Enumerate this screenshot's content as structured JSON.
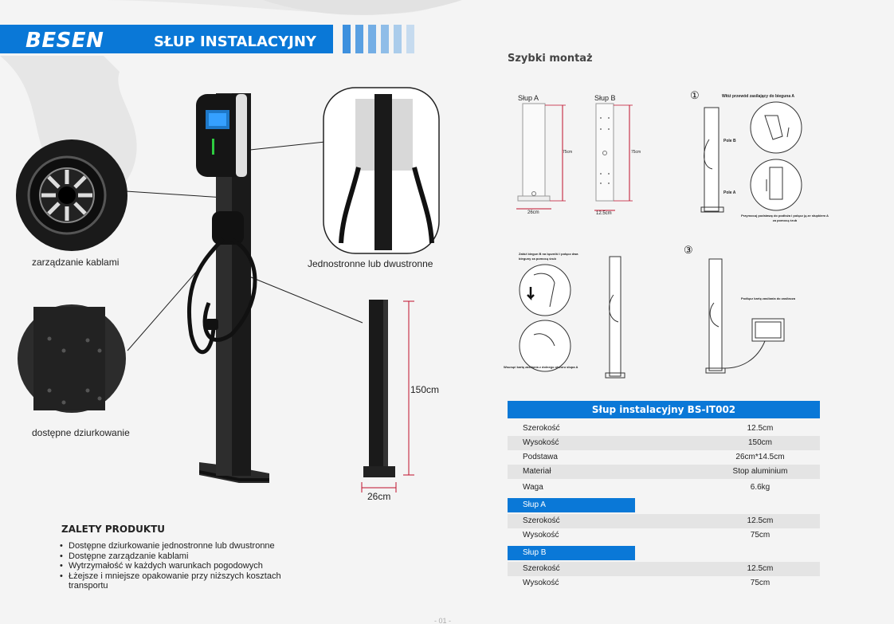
{
  "header": {
    "brand": "BESEN",
    "title": "SŁUP INSTALACYJNY",
    "brand_color": "#0a78d7"
  },
  "left": {
    "caption_cable": "zarządzanie kablami",
    "caption_holes": "dostępne dziurkowanie",
    "caption_sides": "Jednostronne lub dwustronne",
    "post_height": "150cm",
    "post_base": "26cm"
  },
  "features": {
    "title": "ZALETY PRODUKTU",
    "items": [
      "Dostępne dziurkowanie jednostronne lub dwustronne",
      "Dostępne zarządzanie kablami",
      "Wytrzymałość w każdych warunkach pogodowych",
      "Łżejsze i mniejsze opakowanie przy niższych kosztach transportu"
    ]
  },
  "install": {
    "title": "Szybki montaż",
    "post_a_label": "Słup A",
    "post_b_label": "Słup B",
    "post_a_height": "75cm",
    "post_b_height": "75cm",
    "post_a_width": "26cm",
    "post_b_width": "12.5cm",
    "step1_num": "①",
    "step1_text": "Włóż przewód zasilający do bieguna A",
    "pole_b": "Pole B",
    "pole_a": "Pole A",
    "step1_bottom": "Przymocuj podstawę do podłoża i połącz ją ze słupkiem A za pomocą śrub",
    "step2_text": "Załóż biegun B na łączniki i połącz dwa bieguny za pomocą śrub",
    "step2_bottom": "Wsunąć kartę zasilania z dolnego otworu słupa A",
    "step3_num": "③",
    "step3_text": "Podłącz kartę zasilania do zasilacza"
  },
  "spec": {
    "title": "Słup instalacyjny BS-IT002",
    "rows": [
      {
        "label": "Szerokość",
        "value": "12.5cm"
      },
      {
        "label": "Wysokość",
        "value": "150cm"
      },
      {
        "label": "Podstawa",
        "value": "26cm*14.5cm"
      },
      {
        "label": "Materiał",
        "value": "Stop aluminium"
      },
      {
        "label": "Waga",
        "value": "6.6kg"
      }
    ],
    "post_a": {
      "title": "Słup A",
      "rows": [
        {
          "label": "Szerokość",
          "value": "12.5cm"
        },
        {
          "label": "Wysokość",
          "value": "75cm"
        }
      ]
    },
    "post_b": {
      "title": "Słup B",
      "rows": [
        {
          "label": "Szerokość",
          "value": "12.5cm"
        },
        {
          "label": "Wysokość",
          "value": "75cm"
        }
      ]
    }
  },
  "page_number": "- 01 -"
}
